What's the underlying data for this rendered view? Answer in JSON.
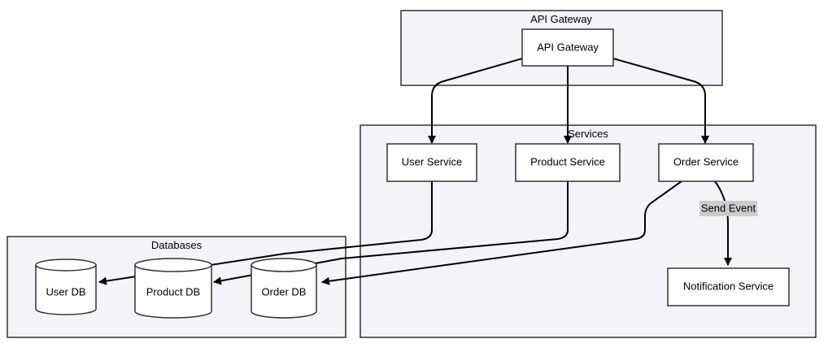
{
  "clusters": {
    "gateway": {
      "title": "API Gateway"
    },
    "services": {
      "title": "Services"
    },
    "databases": {
      "title": "Databases"
    }
  },
  "nodes": {
    "api_gateway": "API Gateway",
    "user_service": "User Service",
    "product_service": "Product Service",
    "order_service": "Order Service",
    "notification_service": "Notification Service",
    "user_db": "User DB",
    "product_db": "Product DB",
    "order_db": "Order DB"
  },
  "edges": {
    "send_event_label": "Send Event"
  },
  "colors": {
    "cluster_fill": "#f3f3f9",
    "cluster_stroke": "#333333",
    "node_fill": "#ffffff",
    "edge": "#000000",
    "label_bg": "#cccccc"
  }
}
